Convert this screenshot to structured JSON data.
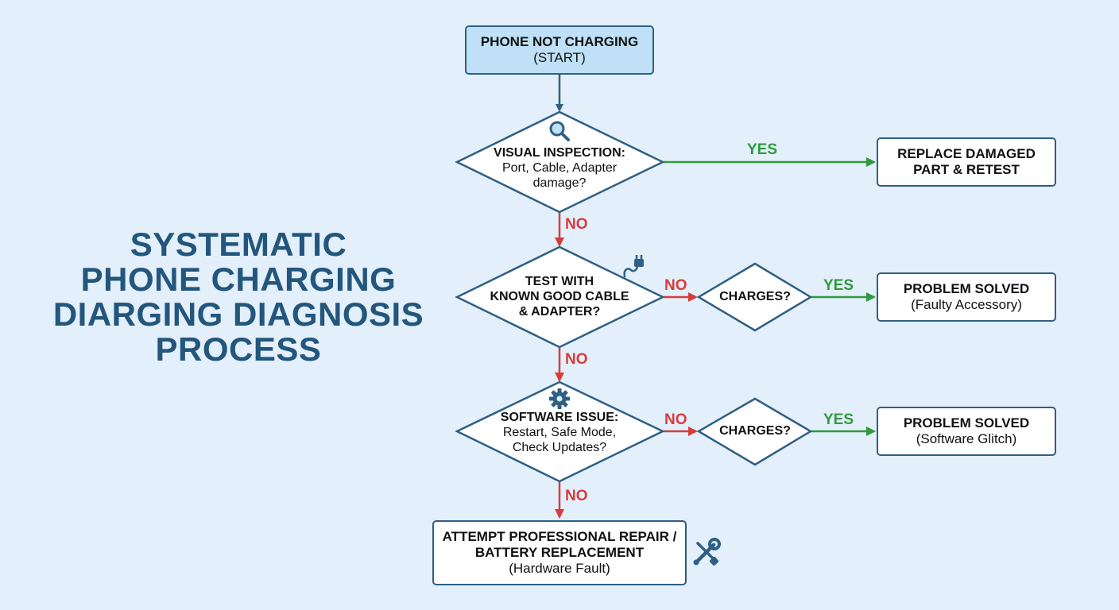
{
  "title_lines": [
    "SYSTEMATIC",
    "PHONE CHARGING",
    "DIARGING DIAGNOSIS",
    "PROCESS"
  ],
  "nodes": {
    "start": {
      "line1": "PHONE NOT CHARGING",
      "line2": "(START)"
    },
    "visual": {
      "line1": "VISUAL INSPECTION:",
      "line2": "Port, Cable, Adapter",
      "line3": "damage?"
    },
    "replace": {
      "line1": "REPLACE DAMAGED",
      "line2": "PART & RETEST"
    },
    "test_cable": {
      "line1": "TEST WITH",
      "line2": "KNOWN GOOD CABLE",
      "line3": "& ADAPTER?"
    },
    "charges_1": {
      "text": "CHARGES?"
    },
    "solved_accessory": {
      "line1": "PROBLEM SOLVED",
      "line2": "(Faulty Accessory)"
    },
    "software": {
      "line1": "SOFTWARE ISSUE:",
      "line2": "Restart, Safe Mode,",
      "line3": "Check Updates?"
    },
    "charges_2": {
      "text": "CHARGES?"
    },
    "solved_software": {
      "line1": "PROBLEM SOLVED",
      "line2": "(Software Glitch)"
    },
    "repair": {
      "line1": "ATTEMPT PROFESSIONAL REPAIR /",
      "line2": "BATTERY REPLACEMENT",
      "line3": "(Hardware Fault)"
    }
  },
  "edge_labels": {
    "yes": "YES",
    "no": "NO"
  },
  "icons": {
    "visual": "magnifier-icon",
    "test_cable": "plug-icon",
    "software": "gear-icon",
    "repair": "wrench-screwdriver-icon"
  },
  "colors": {
    "background": "#e3effa",
    "title": "#23567d",
    "border": "#2f5f85",
    "start_fill": "#bfe0f6",
    "yes": "#2e9a3d",
    "no": "#d73c3c"
  }
}
